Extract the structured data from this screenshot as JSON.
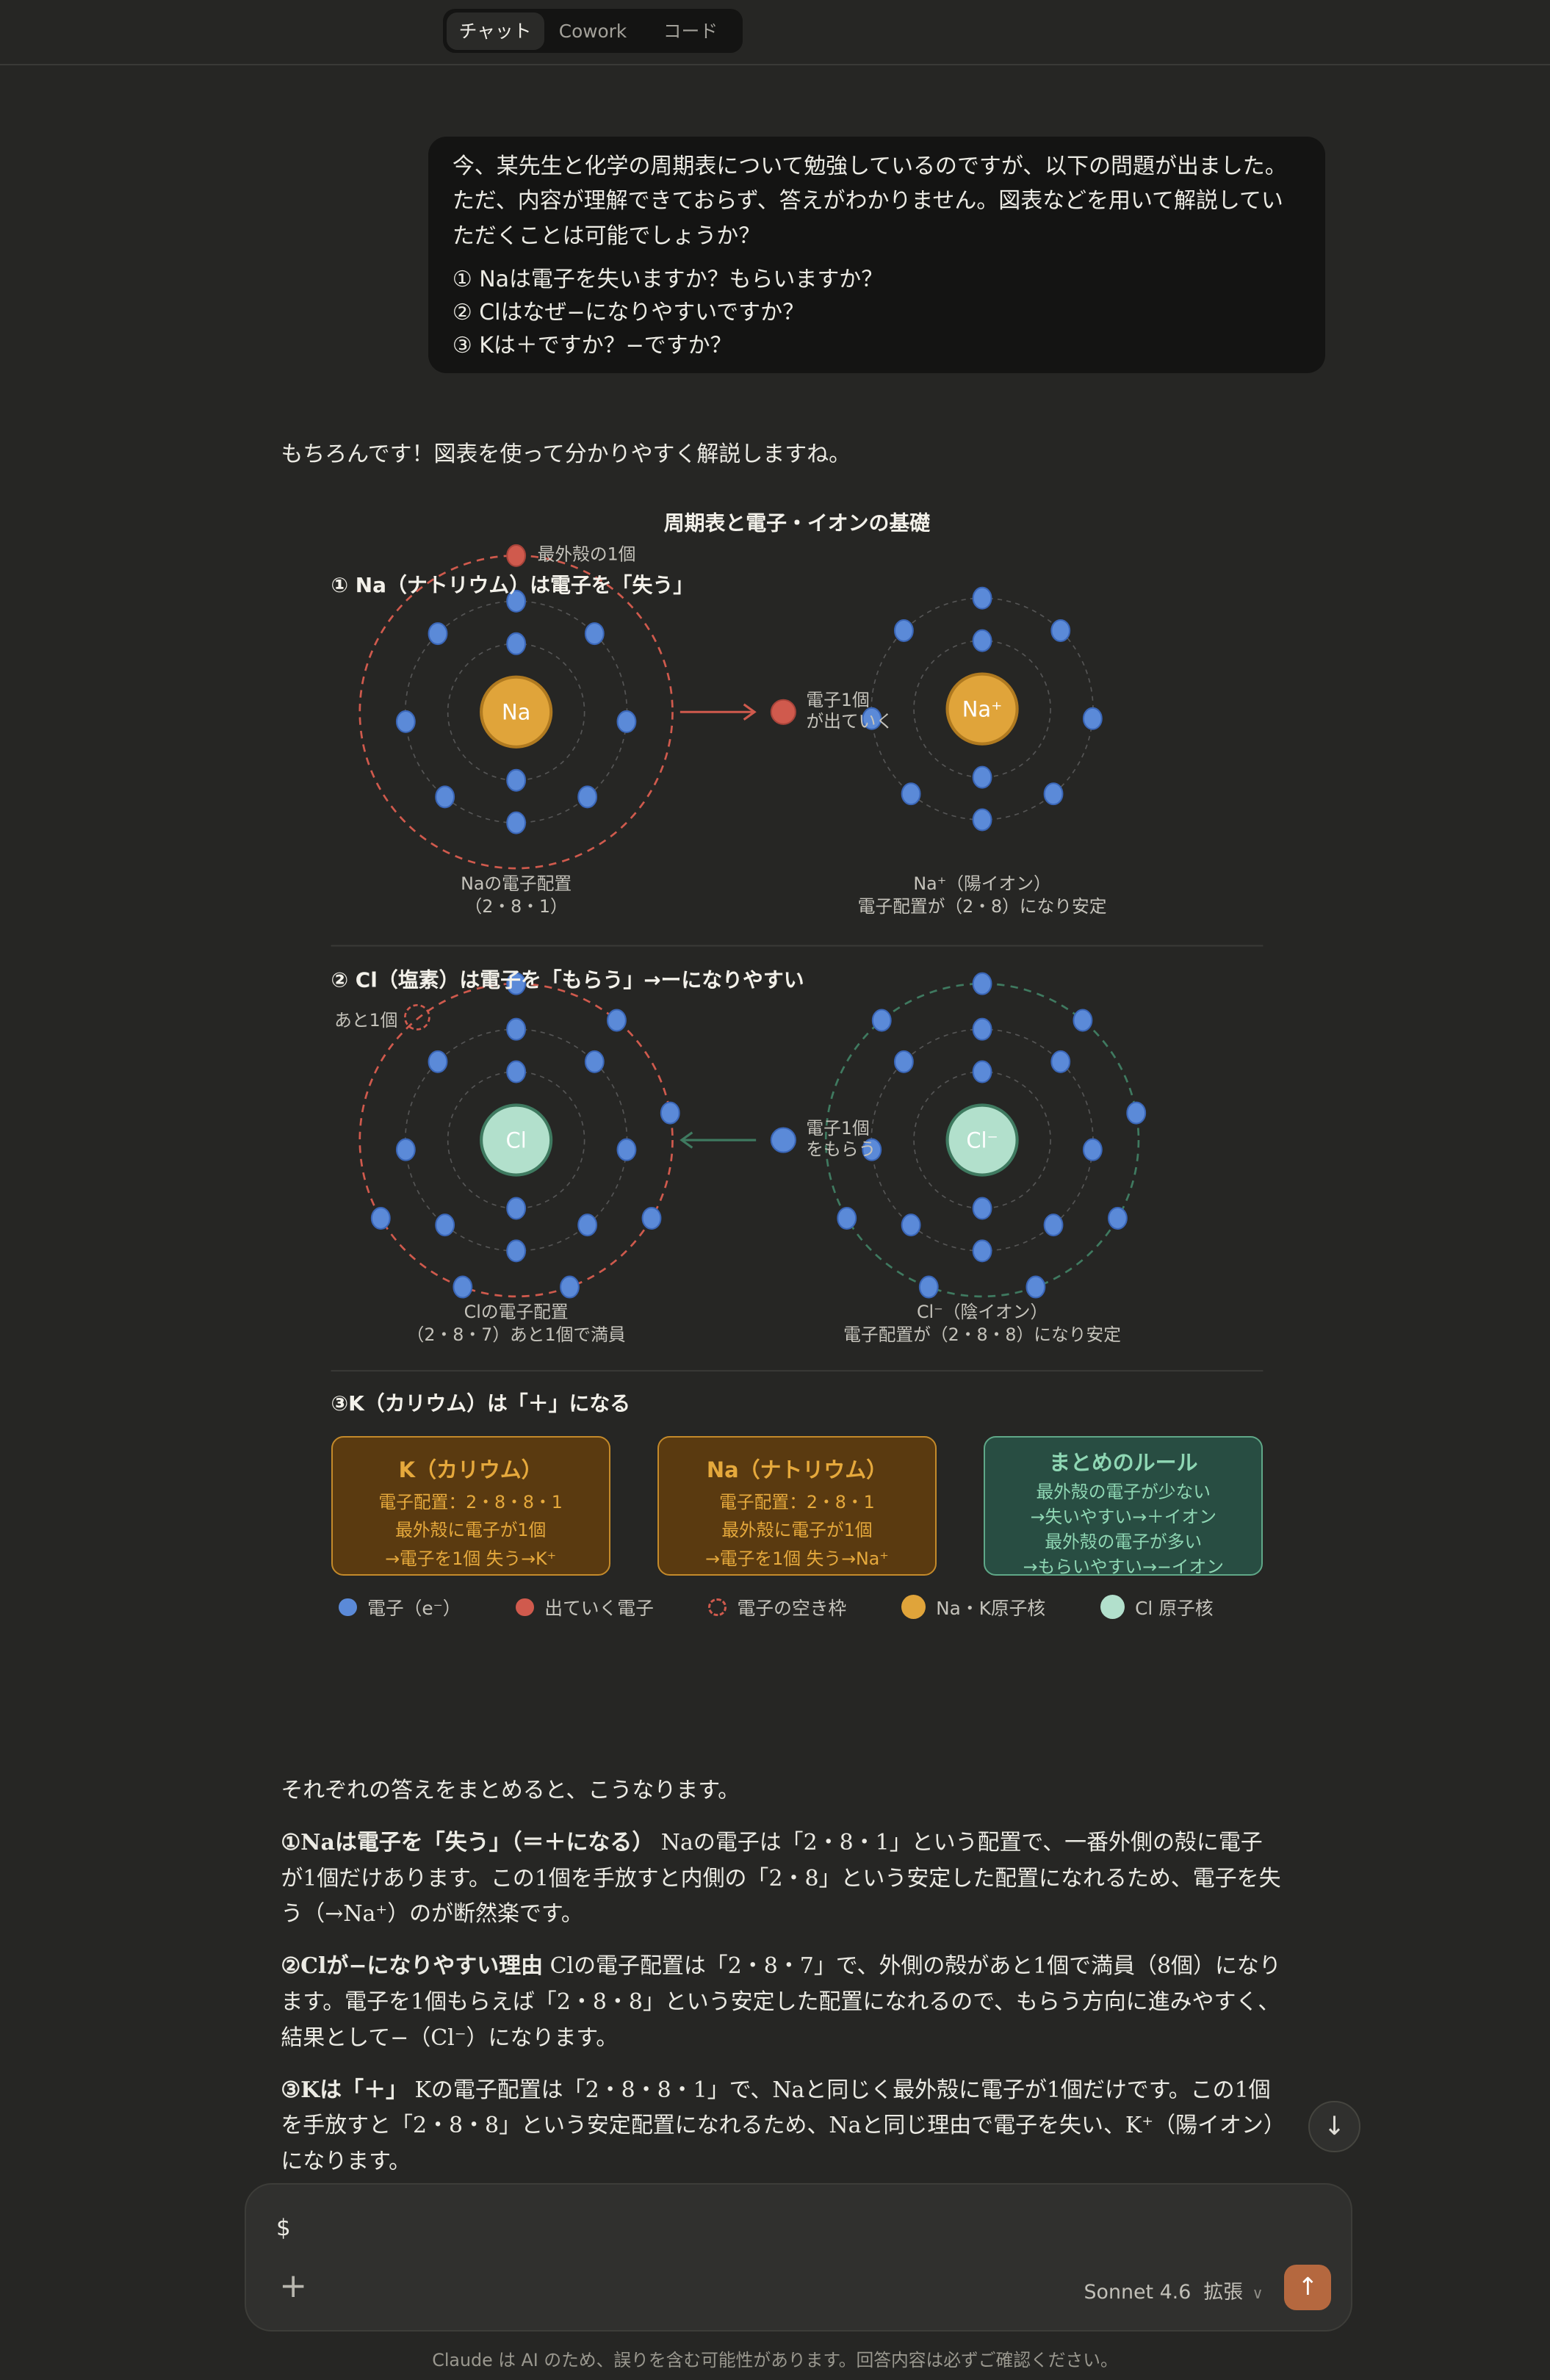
{
  "tabs": [
    "チャット",
    "Cowork",
    "コード"
  ],
  "user_message": {
    "text": "今、某先生と化学の周期表について勉強しているのですが、以下の問題が出ました。ただ、内容が理解できておらず、答えがわかりません。図表などを用いて解説していただくことは可能でしょうか？",
    "questions": [
      "① Naは電子を失いますか？もらいますか？",
      "② Clはなぜ−になりやすいですか？",
      "③ Kは＋ですか？−ですか？"
    ]
  },
  "intro": "もちろんです！図表を使って分かりやすく解説しますね。",
  "diagram": {
    "title": "周期表と電子・イオンの基礎",
    "section1": {
      "title": "① Na（ナトリウム）は電子を「失う」",
      "outer_label": "最外殻の1個",
      "arrow_label": [
        "電子1個",
        "が出ていく"
      ],
      "atom": {
        "symbol": "Na",
        "shells": [
          2,
          8,
          1
        ],
        "caption": [
          "Naの電子配置",
          "（2・8・1）"
        ]
      },
      "ion": {
        "symbol": "Na⁺",
        "shells": [
          2,
          8
        ],
        "caption": [
          "Na⁺（陽イオン）",
          "電子配置が（2・8）になり安定"
        ]
      }
    },
    "section2": {
      "title": "② Cl（塩素）は電子を「もらう」→ーになりやすい",
      "empty_label": "あと1個",
      "arrow_label": [
        "電子1個",
        "をもらう"
      ],
      "atom": {
        "symbol": "Cl",
        "shells": [
          2,
          8,
          7
        ],
        "caption": [
          "Clの電子配置",
          "（2・8・7）あと1個で満員"
        ]
      },
      "ion": {
        "symbol": "Cl⁻",
        "shells": [
          2,
          8,
          8
        ],
        "caption": [
          "Cl⁻（陰イオン）",
          "電子配置が（2・8・8）になり安定"
        ]
      }
    },
    "section3": {
      "title": "③K（カリウム）は「＋」になる",
      "cards": [
        {
          "title": "K（カリウム）",
          "lines": [
            "電子配置：2・8・8・1",
            "最外殻に電子が1個",
            "→電子を1個 失う→K⁺"
          ]
        },
        {
          "title": "Na（ナトリウム）",
          "lines": [
            "電子配置：2・8・1",
            "最外殻に電子が1個",
            "→電子を1個 失う→Na⁺"
          ]
        },
        {
          "title": "まとめのルール",
          "lines": [
            "最外殻の電子が少ない",
            "→失いやすい→＋イオン",
            "最外殻の電子が多い",
            "→もらいやすい→−イオン"
          ]
        }
      ]
    },
    "legend": [
      "電子（e⁻）",
      "出ていく電子",
      "電子の空き枠",
      "Na・K原子核",
      "Cl 原子核"
    ],
    "colors": {
      "electron": "#5b8ad8",
      "leaving": "#d05a4d",
      "na_nucleus": "#e0a43a",
      "cl_nucleus": "#b2e0cc",
      "stable_shell": "#3f7a60"
    }
  },
  "answer": {
    "lead": "それぞれの答えをまとめると、こうなります。",
    "items": [
      {
        "head": "①Naは電子を「失う」（＝＋になる）",
        "body": " Naの電子は「2・8・1」という配置で、一番外側の殻に電子が1個だけあります。この1個を手放すと内側の「2・8」という安定した配置になれるため、電子を失う（→Na⁺）のが断然楽です。"
      },
      {
        "head": "②Clが−になりやすい理由",
        "body": " Clの電子配置は「2・8・7」で、外側の殻があと1個で満員（8個）になります。電子を1個もらえば「2・8・8」という安定した配置になれるので、もらう方向に進みやすく、結果として−（Cl⁻）になります。"
      },
      {
        "head": "③Kは「＋」",
        "body": " Kの電子配置は「2・8・8・1」で、Naと同じく最外殻に電子が1個だけです。この1個を手放すと「2・8・8」という安定配置になれるため、Naと同じ理由で電子を失い、K⁺（陽イオン）になります。"
      }
    ]
  },
  "composer": {
    "text": "$",
    "model": "Sonnet 4.6",
    "mode": "拡張",
    "send_color": "#b5683f"
  },
  "footer": "Claude は AI のため、誤りを含む可能性があります。回答内容は必ずご確認ください。"
}
